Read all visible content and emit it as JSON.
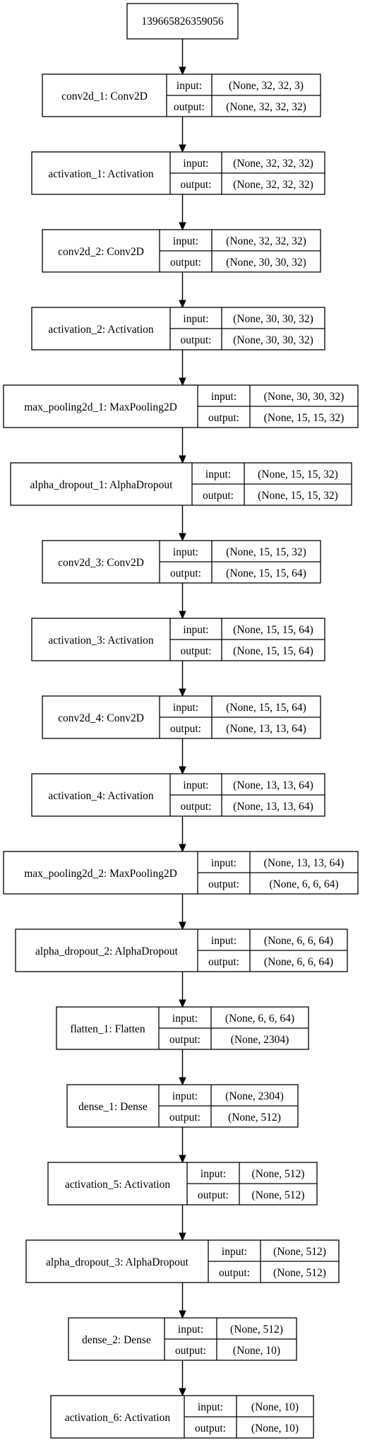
{
  "diagram": {
    "root_id": "139665826359056",
    "port_labels": {
      "input": "input:",
      "output": "output:"
    },
    "layers": [
      {
        "name": "conv2d_1: Conv2D",
        "input": "(None, 32, 32, 3)",
        "output": "(None, 32, 32, 32)"
      },
      {
        "name": "activation_1: Activation",
        "input": "(None, 32, 32, 32)",
        "output": "(None, 32, 32, 32)"
      },
      {
        "name": "conv2d_2: Conv2D",
        "input": "(None, 32, 32, 32)",
        "output": "(None, 30, 30, 32)"
      },
      {
        "name": "activation_2: Activation",
        "input": "(None, 30, 30, 32)",
        "output": "(None, 30, 30, 32)"
      },
      {
        "name": "max_pooling2d_1: MaxPooling2D",
        "input": "(None, 30, 30, 32)",
        "output": "(None, 15, 15, 32)"
      },
      {
        "name": "alpha_dropout_1: AlphaDropout",
        "input": "(None, 15, 15, 32)",
        "output": "(None, 15, 15, 32)"
      },
      {
        "name": "conv2d_3: Conv2D",
        "input": "(None, 15, 15, 32)",
        "output": "(None, 15, 15, 64)"
      },
      {
        "name": "activation_3: Activation",
        "input": "(None, 15, 15, 64)",
        "output": "(None, 15, 15, 64)"
      },
      {
        "name": "conv2d_4: Conv2D",
        "input": "(None, 15, 15, 64)",
        "output": "(None, 13, 13, 64)"
      },
      {
        "name": "activation_4: Activation",
        "input": "(None, 13, 13, 64)",
        "output": "(None, 13, 13, 64)"
      },
      {
        "name": "max_pooling2d_2: MaxPooling2D",
        "input": "(None, 13, 13, 64)",
        "output": "(None, 6, 6, 64)"
      },
      {
        "name": "alpha_dropout_2: AlphaDropout",
        "input": "(None, 6, 6, 64)",
        "output": "(None, 6, 6, 64)"
      },
      {
        "name": "flatten_1: Flatten",
        "input": "(None, 6, 6, 64)",
        "output": "(None, 2304)"
      },
      {
        "name": "dense_1: Dense",
        "input": "(None, 2304)",
        "output": "(None, 512)"
      },
      {
        "name": "activation_5: Activation",
        "input": "(None, 512)",
        "output": "(None, 512)"
      },
      {
        "name": "alpha_dropout_3: AlphaDropout",
        "input": "(None, 512)",
        "output": "(None, 512)"
      },
      {
        "name": "dense_2: Dense",
        "input": "(None, 512)",
        "output": "(None, 10)"
      },
      {
        "name": "activation_6: Activation",
        "input": "(None, 10)",
        "output": "(None, 10)"
      }
    ]
  }
}
